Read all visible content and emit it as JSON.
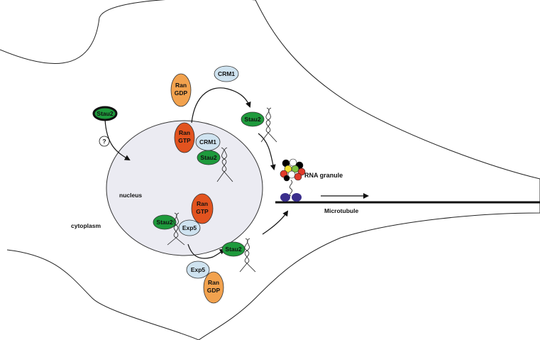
{
  "labels": {
    "nucleus": "nucleus",
    "cytoplasm": "cytoplasm",
    "rna_granule": "RNA granule",
    "microtubule": "Microtubule",
    "unknown": "?"
  },
  "proteins": {
    "stau2": "Stau2",
    "crm1": "CRM1",
    "exp5": "Exp5",
    "ran": "Ran",
    "gdp": "GDP",
    "gtp": "GTP"
  },
  "colors": {
    "stau2": "#1e9a3c",
    "crm1_exp5": "#cfe3f0",
    "ran_gdp": "#f2a24e",
    "ran_gtp": "#e2531f",
    "nucleus_fill": "#ebebf2",
    "motor": "#3a2e8c",
    "granule": [
      "#000000",
      "#e03a2a",
      "#f2e232",
      "#7ec242",
      "#ffffff",
      "#e03a2a",
      "#000000",
      "#e03a2a"
    ]
  }
}
